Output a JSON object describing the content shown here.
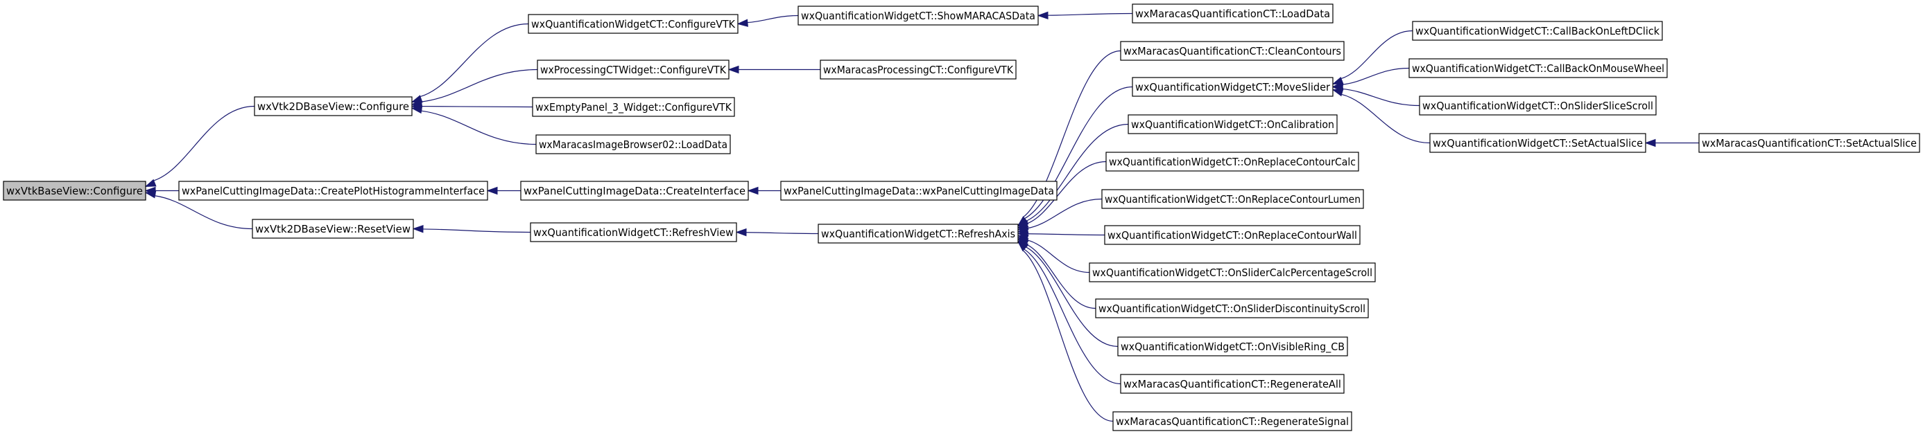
{
  "nodes": [
    {
      "id": "root",
      "label": "wxVtkBaseView::Configure",
      "highlighted": true
    },
    {
      "id": "v2d_configure",
      "label": "wxVtk2DBaseView::Configure"
    },
    {
      "id": "pcid_plot",
      "label": "wxPanelCuttingImageData::CreatePlotHistogrammeInterface"
    },
    {
      "id": "v2d_reset",
      "label": "wxVtk2DBaseView::ResetView"
    },
    {
      "id": "qw_configvtk",
      "label": "wxQuantificationWidgetCT::ConfigureVTK"
    },
    {
      "id": "pct_configvtk",
      "label": "wxProcessingCTWidget::ConfigureVTK"
    },
    {
      "id": "ep3_configvtk",
      "label": "wxEmptyPanel_3_Widget::ConfigureVTK"
    },
    {
      "id": "mib_loaddata",
      "label": "wxMaracasImageBrowser02::LoadData"
    },
    {
      "id": "pcid_create",
      "label": "wxPanelCuttingImageData::CreateInterface"
    },
    {
      "id": "qw_refreshview",
      "label": "wxQuantificationWidgetCT::RefreshView"
    },
    {
      "id": "qw_showmaracas",
      "label": "wxQuantificationWidgetCT::ShowMARACASData"
    },
    {
      "id": "mpct_configvtk",
      "label": "wxMaracasProcessingCT::ConfigureVTK"
    },
    {
      "id": "pcid_ctor",
      "label": "wxPanelCuttingImageData::wxPanelCuttingImageData"
    },
    {
      "id": "qw_refreshaxis",
      "label": "wxQuantificationWidgetCT::RefreshAxis"
    },
    {
      "id": "mq_loaddata",
      "label": "wxMaracasQuantificationCT::LoadData"
    },
    {
      "id": "mq_cleancontours",
      "label": "wxMaracasQuantificationCT::CleanContours"
    },
    {
      "id": "qw_moveslider",
      "label": "wxQuantificationWidgetCT::MoveSlider"
    },
    {
      "id": "qw_oncalibration",
      "label": "wxQuantificationWidgetCT::OnCalibration"
    },
    {
      "id": "qw_onreplacecalc",
      "label": "wxQuantificationWidgetCT::OnReplaceContourCalc"
    },
    {
      "id": "qw_onreplacelumen",
      "label": "wxQuantificationWidgetCT::OnReplaceContourLumen"
    },
    {
      "id": "qw_onreplacewall",
      "label": "wxQuantificationWidgetCT::OnReplaceContourWall"
    },
    {
      "id": "qw_onslidercalc",
      "label": "wxQuantificationWidgetCT::OnSliderCalcPercentageScroll"
    },
    {
      "id": "qw_onsliderdisc",
      "label": "wxQuantificationWidgetCT::OnSliderDiscontinuityScroll"
    },
    {
      "id": "qw_onvisiblering",
      "label": "wxQuantificationWidgetCT::OnVisibleRing_CB"
    },
    {
      "id": "mq_regenerateall",
      "label": "wxMaracasQuantificationCT::RegenerateAll"
    },
    {
      "id": "mq_regeneratesignal",
      "label": "wxMaracasQuantificationCT::RegenerateSignal"
    },
    {
      "id": "qw_callbackleftd",
      "label": "wxQuantificationWidgetCT::CallBackOnLeftDClick"
    },
    {
      "id": "qw_callbackwheel",
      "label": "wxQuantificationWidgetCT::CallBackOnMouseWheel"
    },
    {
      "id": "qw_onsliderslice",
      "label": "wxQuantificationWidgetCT::OnSliderSliceScroll"
    },
    {
      "id": "qw_setactualslice",
      "label": "wxQuantificationWidgetCT::SetActualSlice"
    },
    {
      "id": "mq_setactualslice",
      "label": "wxMaracasQuantificationCT::SetActualSlice"
    }
  ],
  "edges": [
    {
      "from": "v2d_configure",
      "to": "root"
    },
    {
      "from": "pcid_plot",
      "to": "root"
    },
    {
      "from": "v2d_reset",
      "to": "root"
    },
    {
      "from": "qw_configvtk",
      "to": "v2d_configure"
    },
    {
      "from": "pct_configvtk",
      "to": "v2d_configure"
    },
    {
      "from": "ep3_configvtk",
      "to": "v2d_configure"
    },
    {
      "from": "mib_loaddata",
      "to": "v2d_configure"
    },
    {
      "from": "pcid_create",
      "to": "pcid_plot"
    },
    {
      "from": "qw_refreshview",
      "to": "v2d_reset"
    },
    {
      "from": "qw_showmaracas",
      "to": "qw_configvtk"
    },
    {
      "from": "mpct_configvtk",
      "to": "pct_configvtk"
    },
    {
      "from": "pcid_ctor",
      "to": "pcid_create"
    },
    {
      "from": "qw_refreshaxis",
      "to": "qw_refreshview"
    },
    {
      "from": "mq_loaddata",
      "to": "qw_showmaracas"
    },
    {
      "from": "mq_cleancontours",
      "to": "qw_refreshaxis"
    },
    {
      "from": "qw_moveslider",
      "to": "qw_refreshaxis"
    },
    {
      "from": "qw_oncalibration",
      "to": "qw_refreshaxis"
    },
    {
      "from": "qw_onreplacecalc",
      "to": "qw_refreshaxis"
    },
    {
      "from": "qw_onreplacelumen",
      "to": "qw_refreshaxis"
    },
    {
      "from": "qw_onreplacewall",
      "to": "qw_refreshaxis"
    },
    {
      "from": "qw_onslidercalc",
      "to": "qw_refreshaxis"
    },
    {
      "from": "qw_onsliderdisc",
      "to": "qw_refreshaxis"
    },
    {
      "from": "qw_onvisiblering",
      "to": "qw_refreshaxis"
    },
    {
      "from": "mq_regenerateall",
      "to": "qw_refreshaxis"
    },
    {
      "from": "mq_regeneratesignal",
      "to": "qw_refreshaxis"
    },
    {
      "from": "qw_callbackleftd",
      "to": "qw_moveslider"
    },
    {
      "from": "qw_callbackwheel",
      "to": "qw_moveslider"
    },
    {
      "from": "qw_onsliderslice",
      "to": "qw_moveslider"
    },
    {
      "from": "qw_setactualslice",
      "to": "qw_moveslider"
    },
    {
      "from": "mq_setactualslice",
      "to": "qw_setactualslice"
    }
  ],
  "colors": {
    "edge": "#191970",
    "highlight_fill": "#bfbfbf",
    "node_fill": "#ffffff",
    "node_border": "#000000"
  }
}
